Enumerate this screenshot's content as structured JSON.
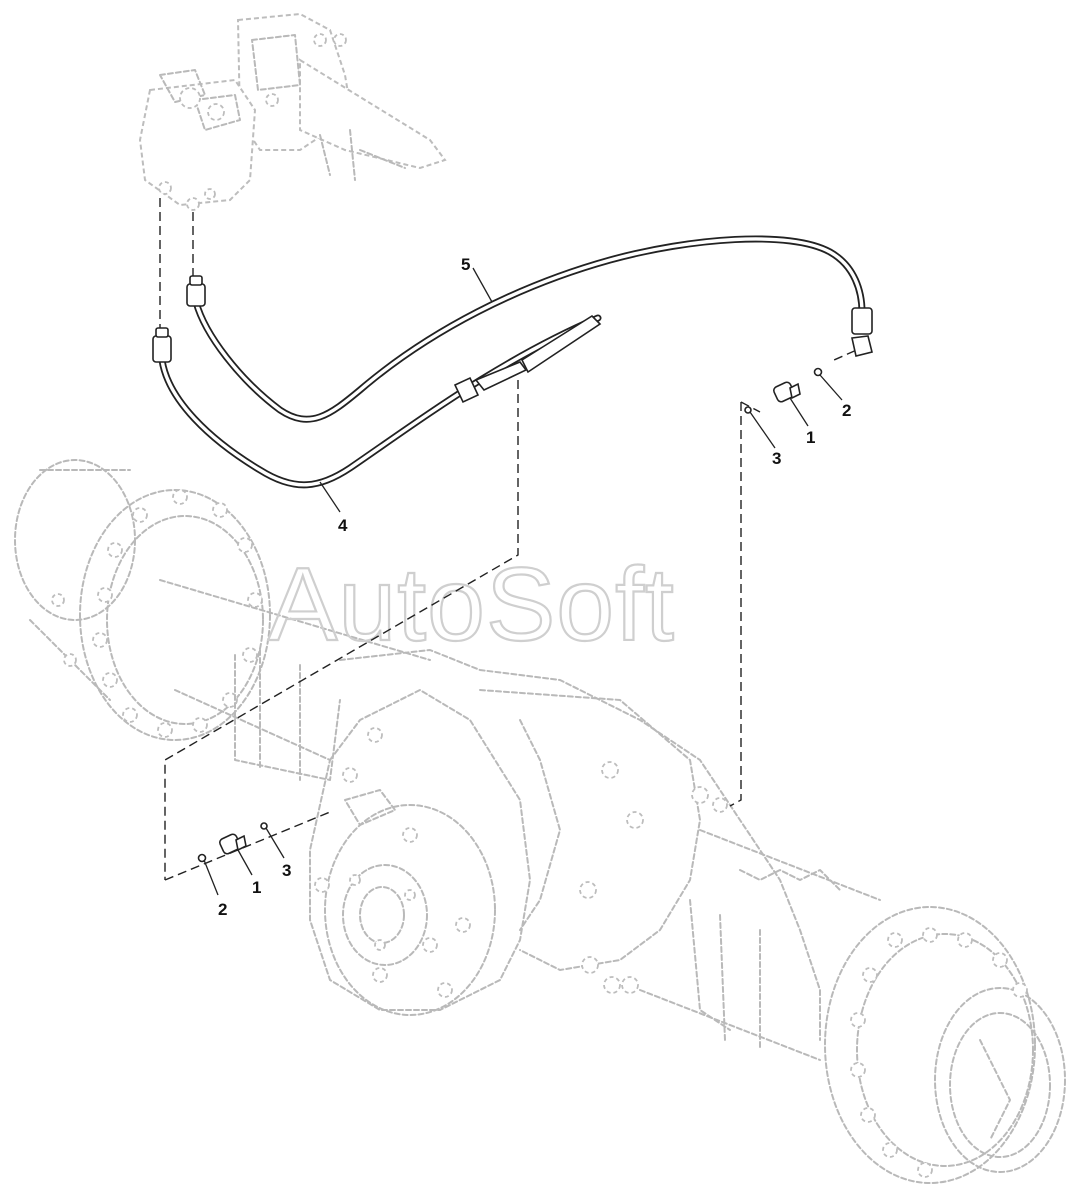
{
  "watermark": "AutoSoft",
  "callouts": {
    "c1_right": "1",
    "c2_right": "2",
    "c3_right": "3",
    "c4": "4",
    "c5": "5",
    "c1_left": "1",
    "c2_left": "2",
    "c3_left": "3"
  },
  "colors": {
    "line_art": "#222222",
    "ghost_art": "#bdbdbd",
    "watermark": "#cfcfcf"
  }
}
